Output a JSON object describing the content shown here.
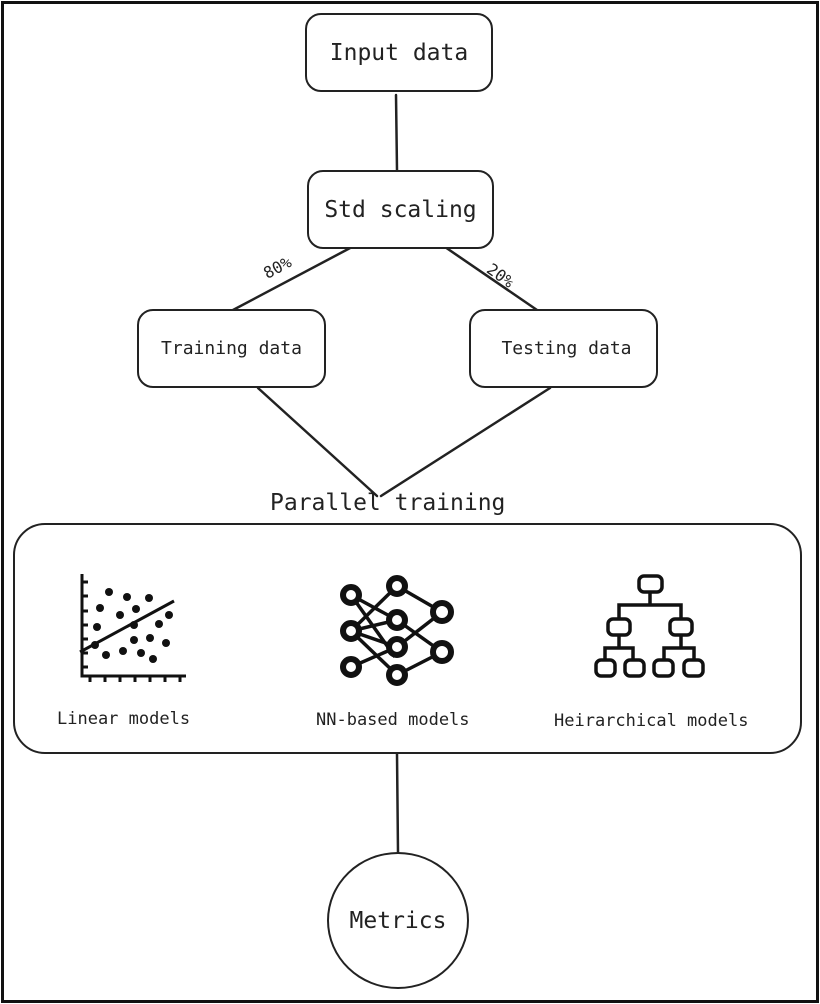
{
  "diagram": {
    "nodes": {
      "input": "Input data",
      "scaling": "Std scaling",
      "training": "Training data",
      "testing": "Testing data",
      "parallel": "Parallel training",
      "metrics": "Metrics"
    },
    "edges": {
      "train_split": "80%",
      "test_split": "20%"
    },
    "models": [
      {
        "label": "Linear models",
        "icon": "scatter-plot-icon"
      },
      {
        "label": "NN-based models",
        "icon": "neural-network-icon"
      },
      {
        "label": "Heirarchical models",
        "icon": "hierarchy-tree-icon"
      }
    ],
    "colors": {
      "stroke": "#222222",
      "border": "#111111",
      "background": "#ffffff"
    }
  }
}
